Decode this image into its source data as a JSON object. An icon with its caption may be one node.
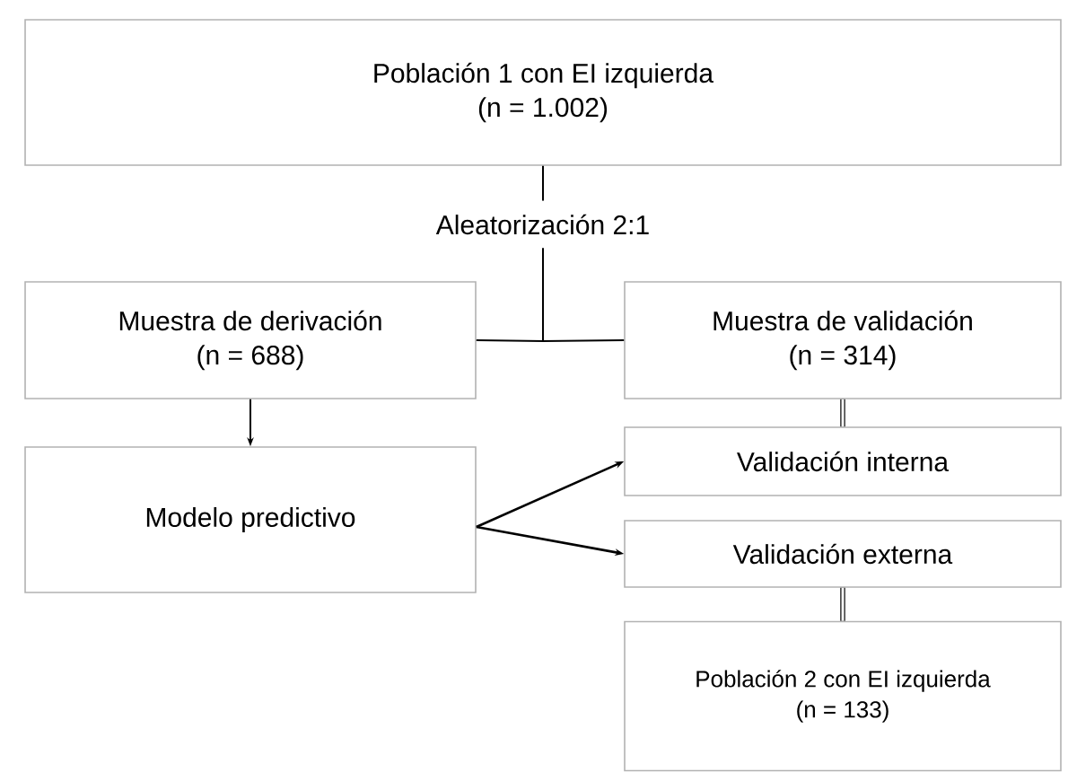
{
  "diagram": {
    "nodes": [
      {
        "text": [
          "Población 1 con EI izquierda",
          "(n = 1.002)"
        ]
      },
      {
        "text": [
          "Aleatorización 2:1"
        ]
      },
      {
        "text": [
          "Muestra de derivación",
          "(n = 688)"
        ]
      },
      {
        "text": [
          "Muestra de validación",
          "(n = 314)"
        ]
      },
      {
        "text": [
          "Modelo predictivo"
        ]
      },
      {
        "text": [
          "Validación interna"
        ]
      },
      {
        "text": [
          "Validación externa"
        ]
      },
      {
        "text": [
          "Población 2 con EI izquierda",
          "(n = 133)"
        ]
      }
    ],
    "edges": [
      {
        "from": 0,
        "to": 1,
        "arrow": "none"
      },
      {
        "from": 1,
        "to": 2,
        "arrow": "none"
      },
      {
        "from": 1,
        "to": 3,
        "arrow": "none"
      },
      {
        "from": 2,
        "to": 4,
        "arrow": "to"
      },
      {
        "from": 3,
        "to": 5,
        "arrow": "none",
        "style": "thick"
      },
      {
        "from": 4,
        "to": 5,
        "arrow": "to"
      },
      {
        "from": 4,
        "to": 6,
        "arrow": "to"
      },
      {
        "from": 6,
        "to": 7,
        "arrow": "none",
        "style": "thick"
      }
    ]
  }
}
